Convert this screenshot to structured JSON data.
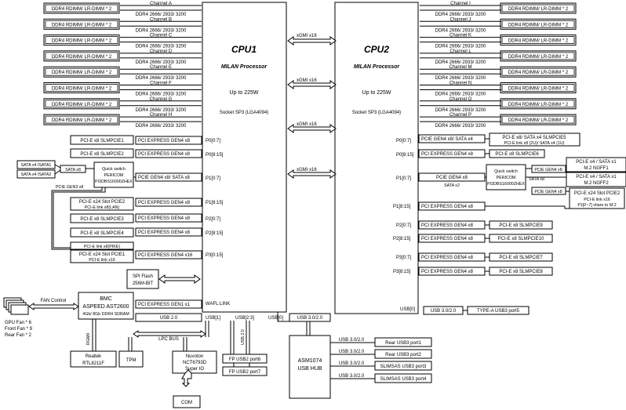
{
  "cpu1": {
    "title": "CPU1",
    "subtitle": "MILAN Processor",
    "power": "Up to 225W",
    "socket": "Socket SP3 (LGA4094)",
    "channels": [
      {
        "name": "Channel A",
        "speed": "DDR4 2666/ 2933/ 3200",
        "dimm": "DDR4 RDIMM/ LR-DIMM * 2"
      },
      {
        "name": "Channel B",
        "speed": "DDR4 2666/ 2933/ 3200",
        "dimm": "DDR4 RDIMM/ LR-DIMM * 2"
      },
      {
        "name": "Channel C",
        "speed": "DDR4 2666/ 2933/ 3200",
        "dimm": "DDR4 RDIMM/ LR-DIMM * 2"
      },
      {
        "name": "Channel D",
        "speed": "DDR4 2666/ 2933/ 3200",
        "dimm": "DDR4 RDIMM/ LR-DIMM * 2"
      },
      {
        "name": "Channel E",
        "speed": "DDR4 2666/ 2933/ 3200",
        "dimm": "DDR4 RDIMM/ LR-DIMM * 2"
      },
      {
        "name": "Channel F",
        "speed": "DDR4 2666/ 2933/ 3200",
        "dimm": "DDR4 RDIMM/ LR-DIMM * 2"
      },
      {
        "name": "Channel G",
        "speed": "DDR4 2666/ 2933/ 3200",
        "dimm": "DDR4 RDIMM/ LR-DIMM * 2"
      },
      {
        "name": "Channel H",
        "speed": "DDR4 2666/ 2933/ 3200",
        "dimm": "DDR4 RDIMM/ LR-DIMM * 2"
      }
    ],
    "ports": {
      "p0_07": "P0[0:7]",
      "p0_815": "P0[8:15]",
      "p1_07": "P1[0:7]",
      "p1_815": "P1[8:15]",
      "p2_07": "P2[0:7]",
      "p2_815": "P2[8:15]",
      "p3_015": "P3[0:15]",
      "wafl": "WAFL LINK",
      "usb1": "USB[1]",
      "usb23": "USB[2:3]",
      "usb0": "USB[0]"
    }
  },
  "cpu2": {
    "title": "CPU2",
    "subtitle": "MILAN Processor",
    "power": "Up to 225W",
    "socket": "Socket SP3 (LGA4094)",
    "channels": [
      {
        "name": "Channel I",
        "speed": "DDR4 2666/ 2933/ 3200",
        "dimm": "DDR4 RDIMM/ LR-DIMM * 2"
      },
      {
        "name": "Channel J",
        "speed": "DDR4 2666/ 2933/ 3200",
        "dimm": "DDR4 RDIMM/ LR-DIMM * 2"
      },
      {
        "name": "Channel K",
        "speed": "DDR4 2666/ 2933/ 3200",
        "dimm": "DDR4 RDIMM/ LR-DIMM * 2"
      },
      {
        "name": "Channel L",
        "speed": "DDR4 2666/ 2933/ 3200",
        "dimm": "DDR4 RDIMM/ LR-DIMM * 2"
      },
      {
        "name": "Channel M",
        "speed": "DDR4 2666/ 2933/ 3200",
        "dimm": "DDR4 RDIMM/ LR-DIMM * 2"
      },
      {
        "name": "Channel N",
        "speed": "DDR4 2666/ 2933/ 3200",
        "dimm": "DDR4 RDIMM/ LR-DIMM * 2"
      },
      {
        "name": "Channel O",
        "speed": "DDR4 2666/ 2933/ 3200",
        "dimm": "DDR4 RDIMM/ LR-DIMM * 2"
      },
      {
        "name": "Channel P",
        "speed": "DDR4 2666/ 2933/ 3200",
        "dimm": "DDR4 RDIMM/ LR-DIMM * 2"
      }
    ],
    "ports": {
      "p0_07": "P0[0:7]",
      "p0_815": "P0[8:15]",
      "p1_07": "P1[0:7]",
      "p1_815": "P1[8:15]",
      "p2_07": "P2[0:7]",
      "p2_815": "P2[8:15]",
      "p3_07": "P3[0:7]",
      "p3_815": "P3[8:15]",
      "usb0": "USB[0]"
    }
  },
  "xgmi": [
    "xGMI x16",
    "xGMI x16",
    "xGMI x16",
    "xGMI x16"
  ],
  "cpu1_links": {
    "p0_07": "PCI EXPRESS GEN4 x8",
    "p0_815": "PCI EXPRESS GEN4 x8",
    "p1_07": "PCIE GEN4 x8/ SATA x8",
    "p1_815": "PCI EXPRESS GEN4 x8",
    "p2_07": "PCI EXPRESS GEN4 x8",
    "p2_815": "PCI EXPRESS GEN4 x8",
    "p3_015": "PCI EXPRESS GEN4 x16",
    "bmc": "PCI EXPRESS GEN1 x1",
    "usb20": "USB 2.0",
    "lpc": "LPC BUS",
    "usb0": "USB 3.0/2.0"
  },
  "cpu2_links": {
    "p0_07": "PCIE GEN4 x8/ SATA x4",
    "p0_815": "PCI EXPRESS GEN4 x8",
    "p1_07": "PCIE GEN4 x8",
    "p1_07_sata": "SATA x2",
    "p1_815": "PCI EXPRESS GEN4 x8",
    "p2_07": "PCI EXPRESS GEN4 x8",
    "p2_815": "PCI EXPRESS GEN4 x8",
    "p3_07": "PCI EXPRESS GEN4 x8",
    "p3_815": "PCI EXPRESS GEN4 x8",
    "usb0": "USB 3.0/2.0"
  },
  "left_slots": {
    "slot1": "PCI-E x8 SLMPCIE1",
    "slot2": "PCI-E x8 SLMPCIE2",
    "slot3": "PCI-E x8 SLMPCIE3",
    "slot4": "PCI-E x8 SLMPCIE4",
    "pcie2_a": "PCI-E x24 Slot PCIE2",
    "pcie2_b": "PCI-E link x8(LAN)",
    "pcie1_a": "PCI-E x24 Slot PCIE1",
    "pcie1_b": "PCI-E link x16",
    "pike": "PCI-E link x8(PIKE)"
  },
  "left_switch": {
    "l1": "Quick switch",
    "l2": "PERICOM",
    "l3": "PI3DBS16000ZHEX",
    "sata_x8": "SATA x8",
    "gen3": "PCIE GEN3 x8",
    "isata1": "SATA x4 ISATA1",
    "isata2": "SATA x4 ISATA2"
  },
  "right_slots": {
    "slmpcie5_a": "PCI-E x8/ SATA x4 SLMPCIE5",
    "slmpcie5_b": "PCI-E link x8 (2U)/ SATA x4 (1U)",
    "slmpcie6": "PCI-E x8 SLMPCIE6",
    "ngff1_a": "PCI-E x4 / SATA x1",
    "ngff1_b": "M.2 NGFF1",
    "ngff2_a": "PCI-E x4 / SATA x1",
    "ngff2_b": "M.2 NGFF2",
    "pcie2_a": "PCI-E x24 Slot PCIE2",
    "pcie2_b": "PCI-E link x16",
    "pcie2_c": "P1[0~7] share to M.2",
    "slmpcie9": "PCI-E x8 SLMPCIE9",
    "slmpcie10": "PCI-E x8 SLMPCIE10",
    "slmpcie7": "PCI-E x8 SLMPCIE7",
    "slmpcie8": "PCI-E x8 SLMPCIE8",
    "usb3": "TYPE-A USB3 port5"
  },
  "right_switch": {
    "l1": "Quick switch",
    "l2": "PERICOM",
    "l3": "PI3DBS16000ZHEX",
    "gen4_a": "PCIE GEN4 x8",
    "gen4_b": "PCIE GEN4 x8",
    "gen4_c": "PCIE GEN4 x8",
    "sata_x8": "SATA x8"
  },
  "bmc": {
    "l1": "BMC",
    "l2": "ASPEED AST2600",
    "l3": "4Gb/ 8Gb DDR4 SDRAM",
    "fan_control": "FAN Control",
    "fans": [
      "GPU Fan * 6",
      "Front Fan * 9",
      "Rear Fan * 2"
    ],
    "rgmii": "RGMII",
    "realtek_1": "Realtek",
    "realtek_2": "RTL8211F",
    "tpm": "TPM",
    "spi_1": "SPI Flash",
    "spi_2": "256M-BIT"
  },
  "superio": {
    "l1": "Nuvoton",
    "l2": "NCT6793D",
    "l3": "Super IO",
    "com": "COM"
  },
  "fp_usb": {
    "port6": "FP USB2 port6",
    "port7": "FP USB2 port7",
    "usb20": "USB 2.0"
  },
  "hub": {
    "l1": "ASM1074",
    "l2": "USB HUB",
    "links": [
      "USB 3.0/2.0",
      "USB 3.0/2.0",
      "USB 3.0/2.0",
      "USB 3.0/2.0"
    ],
    "ports": [
      "Rear USB3 port1",
      "Rear USB3 port2",
      "SLIMSAS USB3 port3",
      "SLIMSAS USB3 port4"
    ]
  },
  "colors": {
    "line": "#000000",
    "background": "#ffffff"
  }
}
